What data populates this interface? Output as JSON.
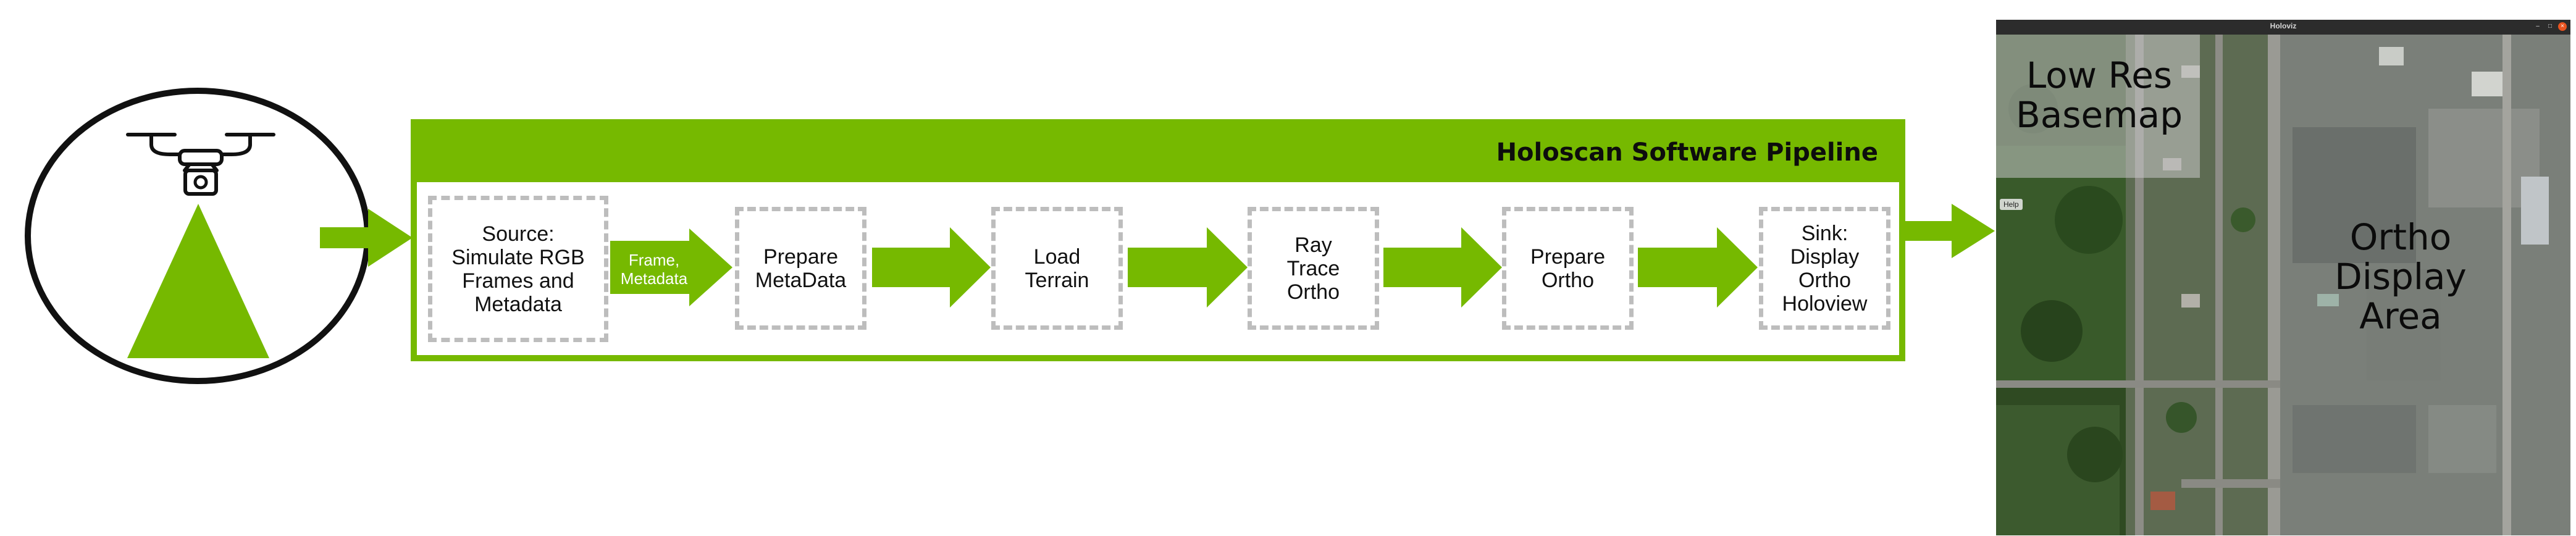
{
  "pipeline": {
    "title": "Holoscan Software Pipeline",
    "nodes": [
      {
        "id": "source",
        "label": "Source:\nSimulate RGB\nFrames and\nMetadata"
      },
      {
        "id": "prepare-metadata",
        "label": "Prepare\nMetaData"
      },
      {
        "id": "load-terrain",
        "label": "Load\nTerrain"
      },
      {
        "id": "ray-trace-ortho",
        "label": "Ray\nTrace\nOrtho"
      },
      {
        "id": "prepare-ortho",
        "label": "Prepare\nOrtho"
      },
      {
        "id": "sink-display",
        "label": "Sink:\nDisplay\nOrtho\nHoloview"
      }
    ],
    "edge_label": "Frame,\nMetadata"
  },
  "app_window": {
    "title": "Holoviz",
    "help_label": "Help",
    "basemap_label": "Low Res\nBasemap",
    "ortho_label": "Ortho\nDisplay\nArea",
    "close_glyph": "×"
  },
  "colors": {
    "accent": "#76b900",
    "box_border": "#bdbdbd",
    "outline": "#111111"
  },
  "icons": [
    "drone-icon",
    "camera-icon",
    "field-of-view-triangle-icon",
    "arrow-right-icon"
  ]
}
